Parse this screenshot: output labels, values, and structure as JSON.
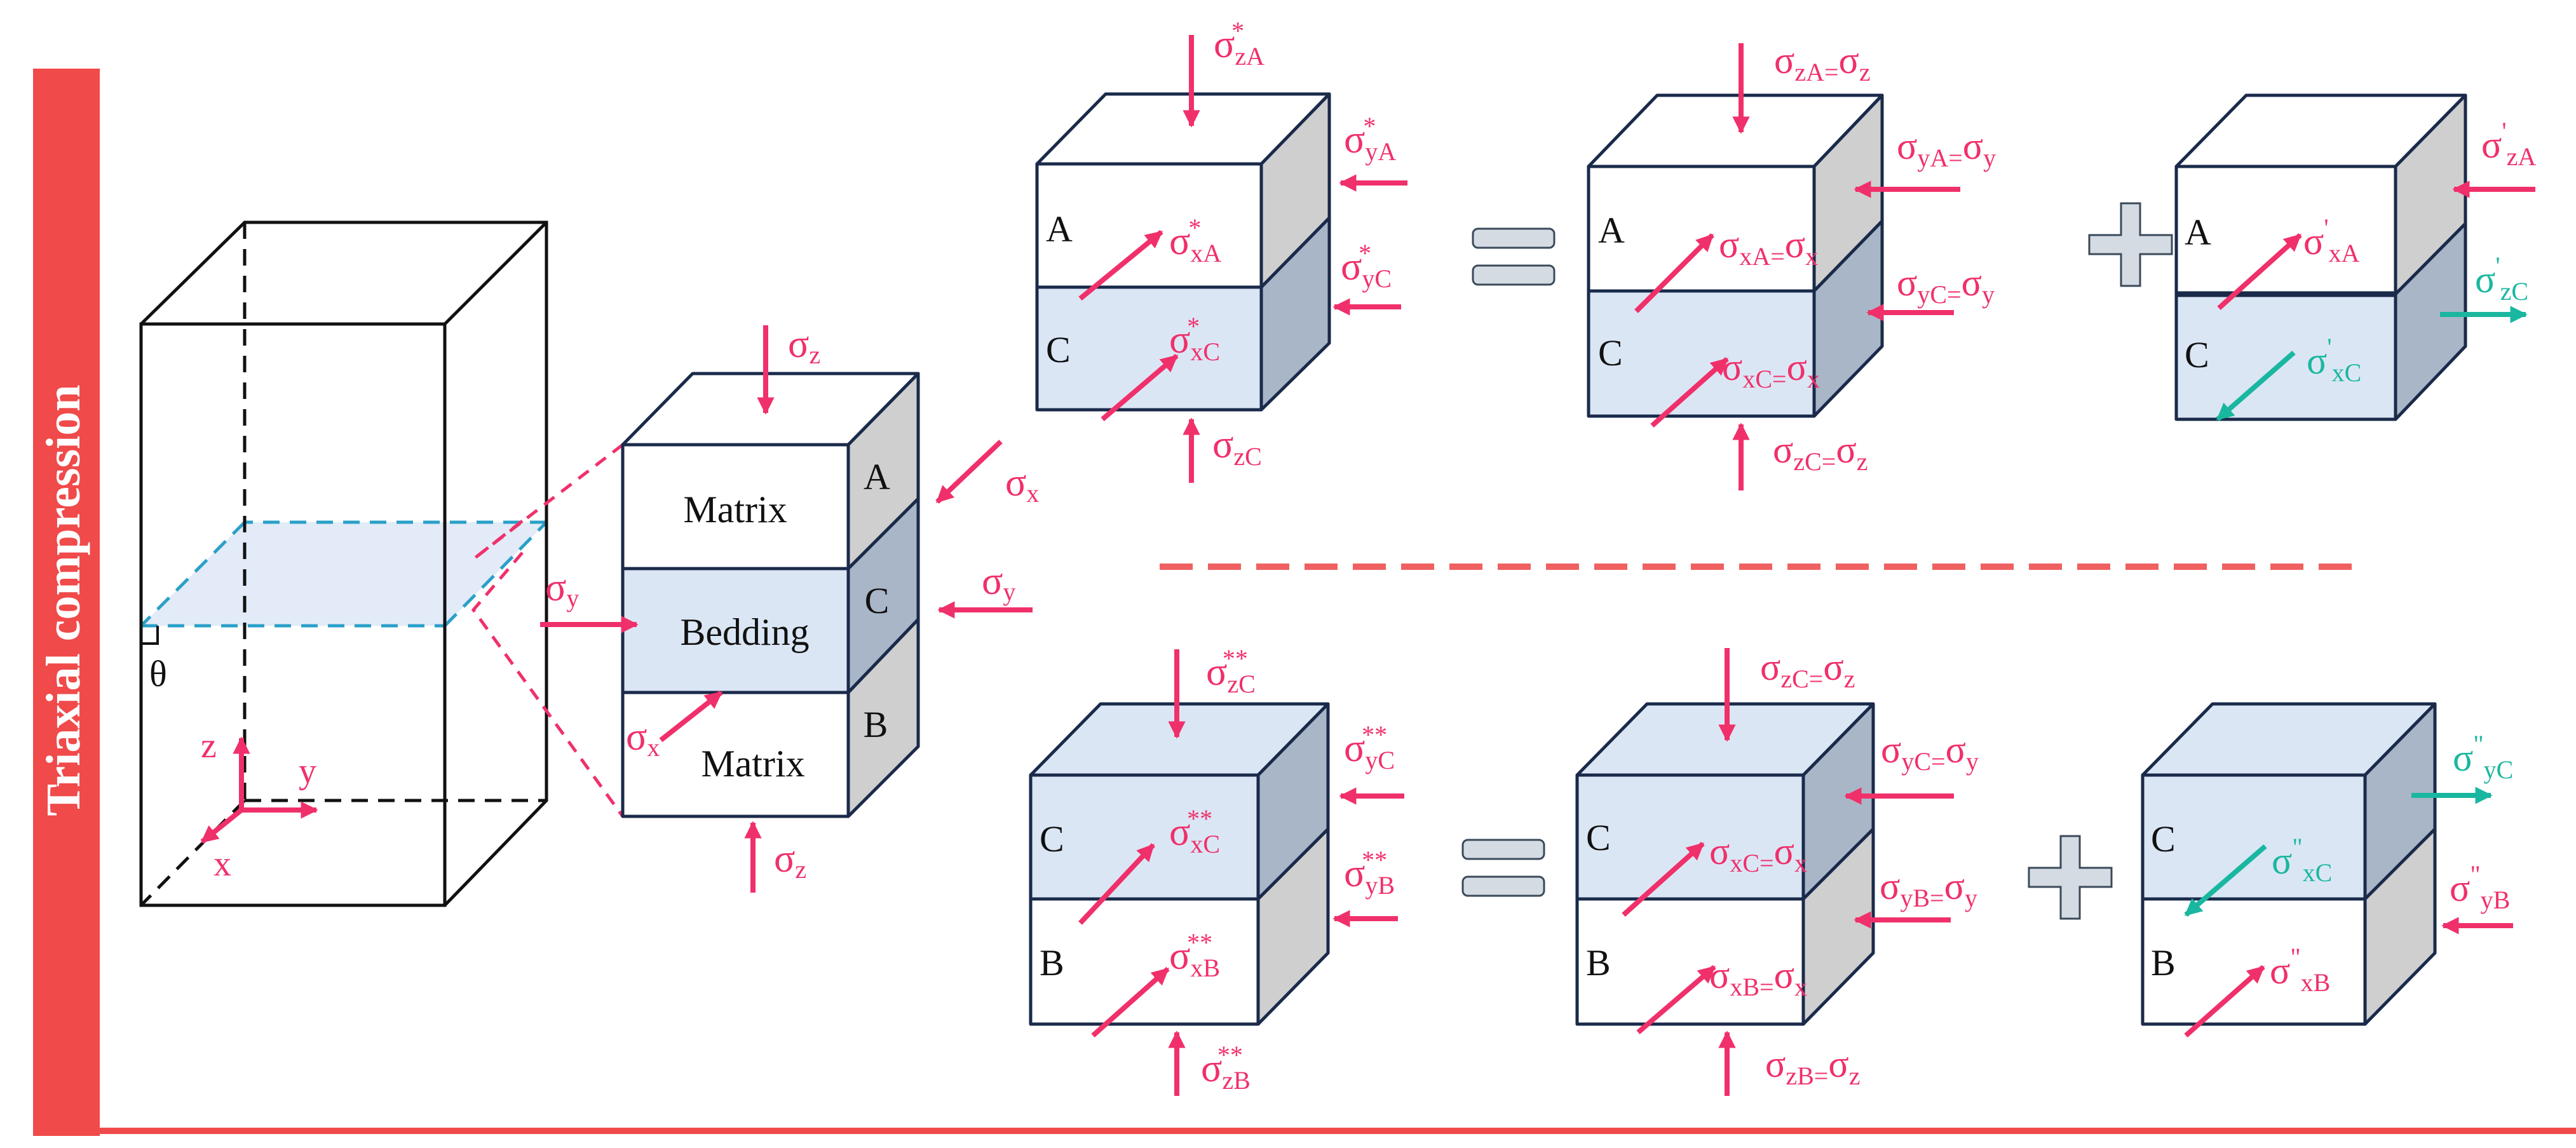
{
  "side_label": "Triaxial compression",
  "colors": {
    "stress_pink": "#f0306a",
    "teal": "#1ab7a0",
    "bar_red": "#f04a4a",
    "divider": "#f06060",
    "cube_edge": "#1a2a4a",
    "bedding_fill": "#dbe6f5",
    "side_gray": "#cfcfcf",
    "side_blue_gray": "#a9b6c8",
    "dashed_plane": "#2aa0c8",
    "operator_gray": "#d5dbe3"
  },
  "specimen": {
    "angle_label": "θ",
    "axes": {
      "z": "z",
      "y": "y",
      "x": "x"
    }
  },
  "layered_block": {
    "top_layer": "Matrix",
    "middle_layer": "Bedding",
    "bottom_layer": "Matrix",
    "side_labels": [
      "A",
      "C",
      "B"
    ],
    "stress": {
      "sz": "z",
      "sx": "x",
      "sy": "y"
    }
  },
  "upper_equation": {
    "total": {
      "A": "A",
      "C": "C",
      "zA": "zA",
      "yA": "yA",
      "xA": "xA",
      "yC": "yC",
      "xC": "xC",
      "zC": "zC",
      "star": "*"
    },
    "uniform": {
      "A": "A",
      "C": "C",
      "zA": "zA=",
      "yA": "yA=",
      "xA": "xA=",
      "yC": "yC=",
      "xC": "xC=",
      "zC": "zC=",
      "z": "z",
      "y": "y",
      "x": "x"
    },
    "extra": {
      "A": "A",
      "C": "C",
      "zA": "zA",
      "xA": "xA",
      "zC": "zC",
      "xC": "xC",
      "prime": "'"
    }
  },
  "lower_equation": {
    "total": {
      "C": "C",
      "B": "B",
      "zC": "zC",
      "yC": "yC",
      "xC": "xC",
      "yB": "yB",
      "xB": "xB",
      "zB": "zB",
      "star": "**"
    },
    "uniform": {
      "C": "C",
      "B": "B",
      "zC": "zC=",
      "yC": "yC=",
      "xC": "xC=",
      "yB": "yB=",
      "xB": "xB=",
      "zB": "zB=",
      "z": "z",
      "y": "y",
      "x": "x"
    },
    "extra": {
      "C": "C",
      "B": "B",
      "yC": "yC",
      "xC": "xC",
      "yB": "yB",
      "xB": "xB",
      "dprime": "\""
    }
  }
}
